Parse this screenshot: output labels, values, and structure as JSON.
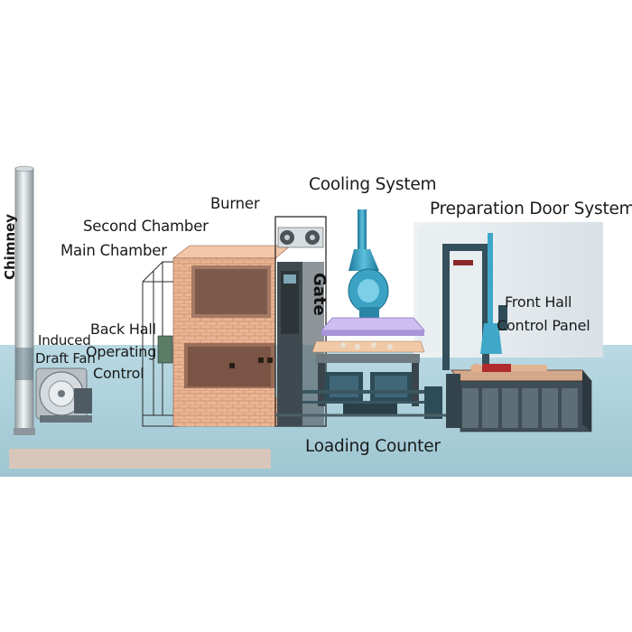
{
  "labels": {
    "chimney": "Chimney",
    "burner": "Burner",
    "second_chamber": "Second Chamber",
    "main_chamber": "Main Chamber",
    "back_hall": "Back Hall",
    "operating": "Operating",
    "control": "Control",
    "induced": "Induced",
    "draft_fan": "Draft Fan",
    "gate": "Gate",
    "cooling_system": "Cooling System",
    "preparation_door_system": "Preparation Door System",
    "front_hall": "Front Hall",
    "control_panel": "Control Panel",
    "loading_counter": "Loading Counter"
  },
  "colors": {
    "floor": "#a9cdd8",
    "brick": "#e8b08c",
    "steel": "#1f4f5e",
    "cooling": "#2f8fb0",
    "tray": "#c8b8e8"
  }
}
